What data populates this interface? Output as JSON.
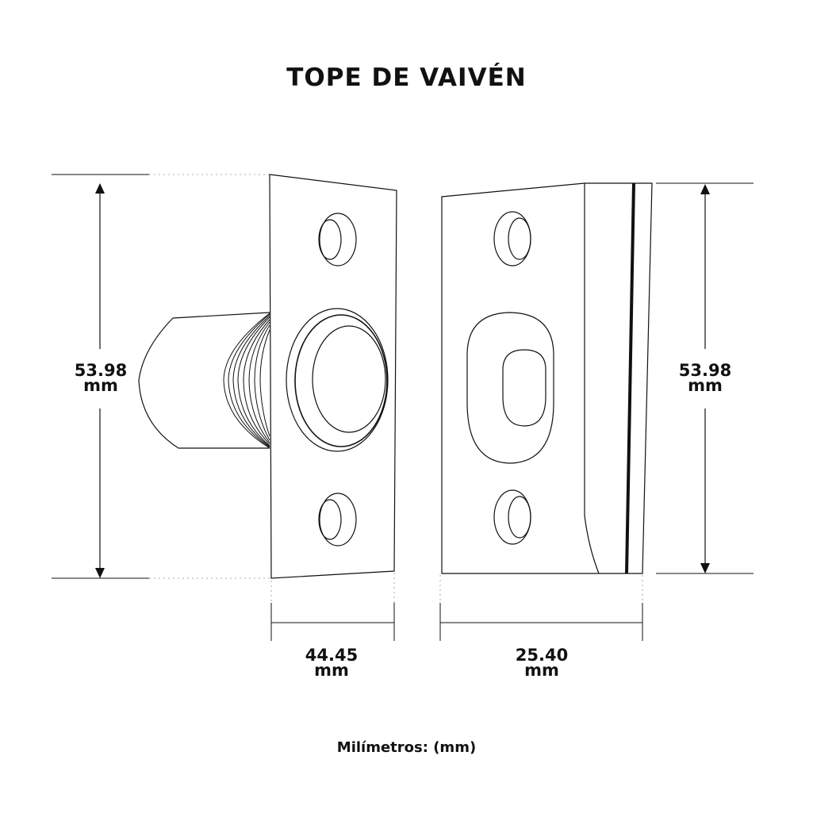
{
  "title": "TOPE DE VAIVÉN",
  "dimensions": {
    "left_height": {
      "value": "53.98",
      "unit": "mm"
    },
    "right_height": {
      "value": "53.98",
      "unit": "mm"
    },
    "left_width": {
      "value": "44.45",
      "unit": "mm"
    },
    "right_width": {
      "value": "25.40",
      "unit": "mm"
    }
  },
  "footer": {
    "units_label": "Milímetros: (mm)"
  },
  "colors": {
    "line": "#111111",
    "dotted": "#999999",
    "background": "#ffffff"
  }
}
